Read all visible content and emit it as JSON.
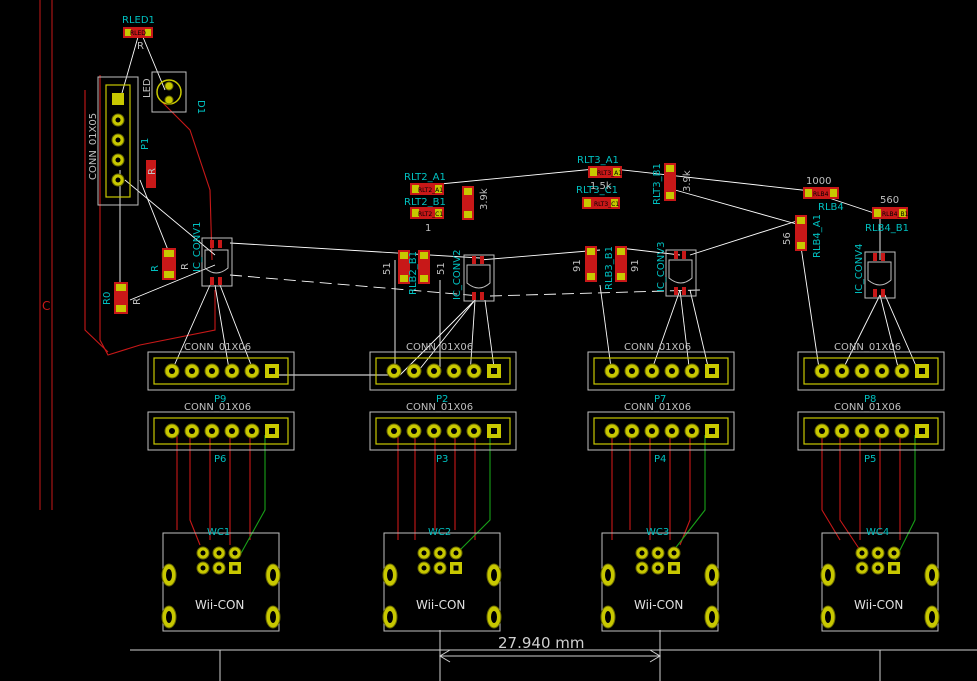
{
  "app": "PCB layout editor",
  "colors": {
    "background": "#000000",
    "reference": "#00c0c0",
    "value": "#c0c0c0",
    "pad": "#c8c800",
    "front_copper": "#c81818",
    "back_copper": "#18a018",
    "ratsnest": "#ffffff"
  },
  "dimension": {
    "label": "27.940 mm"
  },
  "sheet_marker": "C",
  "top": {
    "rled1_ref": "RLED1",
    "rled1_val": "R",
    "rled1_pad_label": "RLED",
    "d1_ref": "D1",
    "d1_val": "LED",
    "p1_ref": "P1",
    "p1_val": "CONN_01X05",
    "r0_ref": "R0",
    "r0_val": "R",
    "r_ic_ref": "R",
    "r_ic_val": "R"
  },
  "headers": {
    "row1": [
      {
        "ref": "P9",
        "val": "CONN_01X06"
      },
      {
        "ref": "P2",
        "val": "CONN_01X06"
      },
      {
        "ref": "P7",
        "val": "CONN_01X06"
      },
      {
        "ref": "P8",
        "val": "CONN_01X06"
      }
    ],
    "row2": [
      {
        "ref": "P6",
        "val": "CONN_01X06"
      },
      {
        "ref": "P3",
        "val": "CONN_01X06"
      },
      {
        "ref": "P4",
        "val": "CONN_01X06"
      },
      {
        "ref": "P5",
        "val": "CONN_01X06"
      }
    ]
  },
  "wiicon": [
    {
      "ref": "WC1",
      "val": "Wii-CON"
    },
    {
      "ref": "WC2",
      "val": "Wii-CON"
    },
    {
      "ref": "WC3",
      "val": "Wii-CON"
    },
    {
      "ref": "WC4",
      "val": "Wii-CON"
    }
  ],
  "resistors": {
    "rlt2_a1": "RLT2_A1",
    "rlt2_b1_val": "3.9k",
    "rlb2_b1": "RLB2_B1",
    "rlb2_val_left": "51",
    "rlb2_val_right": "51",
    "rlt3_a1": "RLT3_A1",
    "rlt3_b1": "RLT3_B1",
    "rlt3_b1_val": "3.9k",
    "rlt3_c1": "RLT3_C1",
    "rlt3_c1_val": "1.5k",
    "rlb3_b1": "RLB3_B1",
    "rlb3_val_left": "91",
    "rlb3_val_right": "91",
    "rlb4_ref": "RLB4",
    "rlb4_a1": "RLB4_A1",
    "rlb4_val_top": "1000",
    "rlb4_b1": "RLB4_B1",
    "rlb4_b1_val": "560",
    "rlb4_val_left": "56",
    "rlt2_pads": [
      "RLT2_A1",
      "RLT2_B1",
      "RLT2_C1"
    ],
    "rlt2_c1_val": "1",
    "rlt3_pads": [
      "RLT3_A1",
      "RLT3_C1"
    ],
    "rlb4_pads": [
      "RLB4",
      "RLB4_B1"
    ]
  },
  "ics": {
    "ic1": "IC_CONV1",
    "ic2": "IC_CONV2",
    "ic3": "IC_CONV3",
    "ic4": "IC_CONV4"
  }
}
